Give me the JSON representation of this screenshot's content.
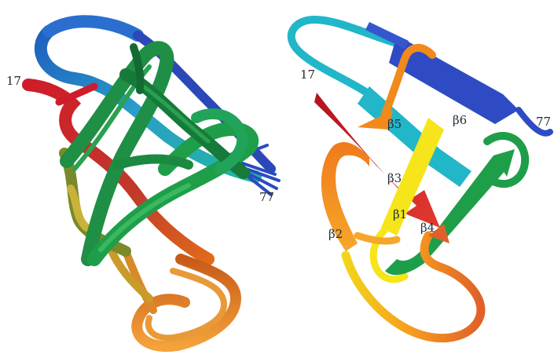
{
  "left_panel": {
    "n_terminus_label": "17",
    "c_terminus_label": "77"
  },
  "right_panel": {
    "n_terminus_label": "17",
    "c_terminus_label": "77",
    "strand_labels": {
      "b1": "β1",
      "b2": "β2",
      "b3": "β3",
      "b4": "β4",
      "b5": "β5",
      "b6": "β6"
    }
  },
  "colors": {
    "red": "#d01c2a",
    "orange": "#f08a1c",
    "yellow": "#f5e51a",
    "green": "#1f9e4a",
    "dark_green": "#136b34",
    "cyan": "#22b6c9",
    "blue": "#2f4bc4"
  }
}
